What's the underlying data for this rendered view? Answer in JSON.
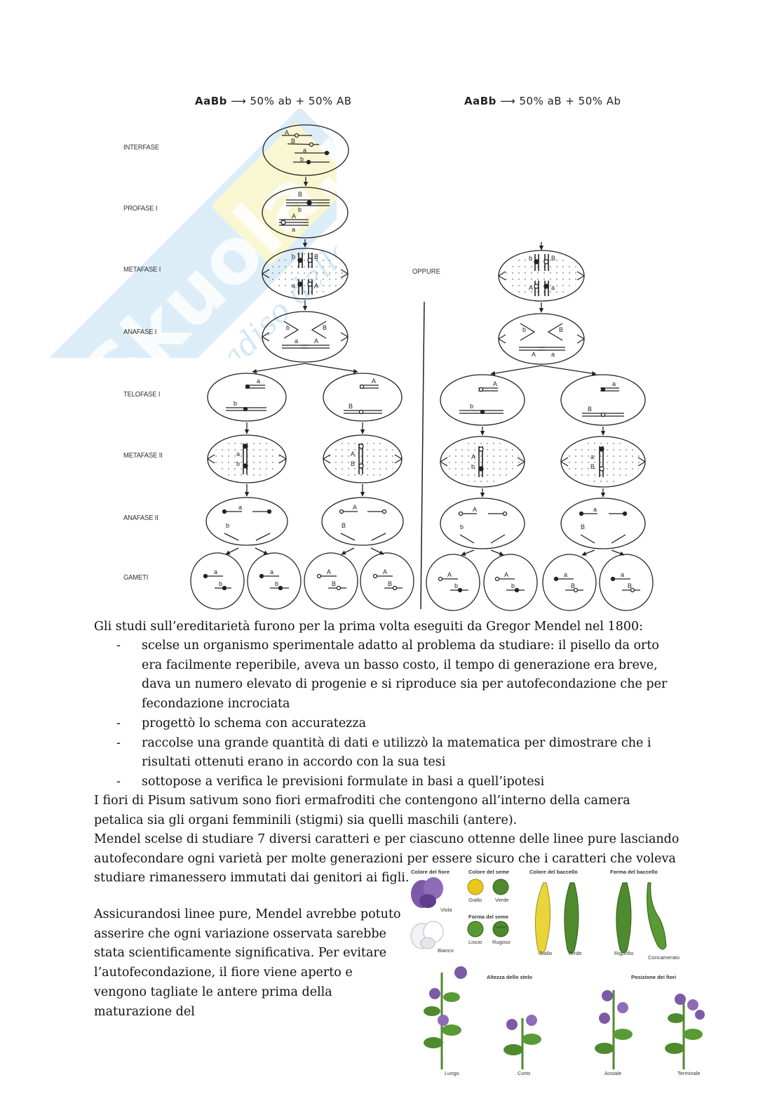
{
  "watermark": {
    "brand": "Skuola.net",
    "tagline": "il paradiso dello studente"
  },
  "formulas": {
    "left": {
      "genotype": "AaBb",
      "result": "50% ab + 50% AB"
    },
    "right": {
      "genotype": "AaBb",
      "result": "50% aB + 50% Ab"
    }
  },
  "diagram": {
    "stages": [
      "INTERFASE",
      "PROFASE I",
      "METAFASE I",
      "ANAFASE I",
      "TELOFASE I",
      "METAFASE II",
      "ANAFASE II",
      "GAMETI"
    ],
    "separator_label": "OPPURE",
    "gene_labels": {
      "interfase": [
        "A",
        "B",
        "a",
        "b"
      ],
      "profase": [
        "B",
        "b",
        "A",
        "a"
      ],
      "metafase_left": [
        "b",
        "B",
        "a",
        "A"
      ],
      "metafase_right": [
        "b",
        "B",
        "A",
        "a"
      ],
      "anafase_left": [
        "b",
        "B",
        "a",
        "A"
      ],
      "anafase_right": [
        "b",
        "B",
        "A",
        "a"
      ],
      "telofase": [
        [
          "a",
          "b"
        ],
        [
          "A",
          "B"
        ],
        [
          "A",
          "b"
        ],
        [
          "a",
          "B"
        ]
      ],
      "metafase2": [
        [
          "a",
          "b"
        ],
        [
          "A",
          "B"
        ],
        [
          "A",
          "b"
        ],
        [
          "a",
          "B"
        ]
      ],
      "anafase2": [
        [
          "a",
          "b"
        ],
        [
          "A",
          "B"
        ],
        [
          "A",
          "b"
        ],
        [
          "a",
          "B"
        ]
      ],
      "gameti": [
        [
          "a",
          "b"
        ],
        [
          "a",
          "b"
        ],
        [
          "A",
          "B"
        ],
        [
          "A",
          "B"
        ],
        [
          "A",
          "b"
        ],
        [
          "A",
          "b"
        ],
        [
          "a",
          "B"
        ],
        [
          "a",
          "B"
        ]
      ]
    }
  },
  "text": {
    "intro": "Gli studi sull’ereditarietà furono per la prima volta eseguiti da Gregor Mendel nel 1800:",
    "list": [
      "scelse un organismo sperimentale adatto al problema da studiare: il pisello da orto era facilmente reperibile, aveva un basso costo, il tempo di generazione era breve, dava un numero elevato di progenie e si riproduce sia per autofecondazione che per fecondazione incrociata",
      "progettò lo schema con accuratezza",
      "raccolse una grande quantità di dati e utilizzò la matematica per dimostrare che i risultati ottenuti erano in accordo con la sua tesi",
      "sottopose a verifica le previsioni formulate in basi a quell’ipotesi"
    ],
    "p_fiori": "I fiori di Pisum sativum sono fiori ermafroditi che contengono all’interno della camera petalica sia gli organi femminili (stigmi) sia quelli maschili (antere).",
    "p_mendel": "Mendel scelse di studiare 7 diversi caratteri e per ciascuno ottenne delle linee pure lasciando autofecondare ogni varietà per molte generazioni per essere sicuro che i caratteri che voleva studiare rimanessero immutati dai genitori ai figli.",
    "p_assicurandosi": "Assicurandosi linee pure, Mendel avrebbe potuto asserire che ogni variazione osservata sarebbe stata scientificamente significativa. Per evitare l’autofecondazione, il fiore viene aperto e vengono tagliate le antere prima della maturazione del"
  },
  "figure": {
    "colore_fiore": {
      "title": "Colore del fiore",
      "a": "Viola",
      "b": "Bianco"
    },
    "colore_seme": {
      "title": "Colore del seme",
      "a": "Giallo",
      "b": "Verde"
    },
    "forma_seme": {
      "title": "Forma del seme",
      "a": "Liscio",
      "b": "Rugoso"
    },
    "colore_baccello": {
      "title": "Colore del baccello",
      "a": "Giallo",
      "b": "Verde"
    },
    "forma_baccello": {
      "title": "Forma del baccello",
      "a": "Rigonfio",
      "b": "Concamerato"
    },
    "altezza_stelo": {
      "title": "Altezza dello stelo",
      "a": "Lungo",
      "b": "Corto"
    },
    "posizione_fiori": {
      "title": "Posizione dei fiori",
      "a": "Assiale",
      "b": "Terminale"
    },
    "colors": {
      "violet": "#7b5aa6",
      "seed_yellow": "#e8c81c",
      "green": "#4f8a2f",
      "pod_yellow": "#e9d43a"
    }
  }
}
